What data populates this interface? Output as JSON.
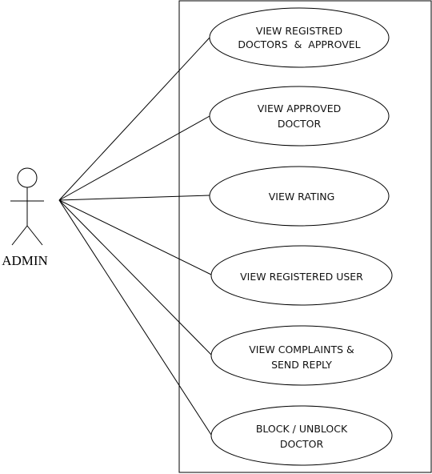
{
  "actor": {
    "label": "ADMIN"
  },
  "use_cases": [
    {
      "lines": [
        "VIEW REGISTRED",
        "DOCTORS  &  APPROVEL"
      ]
    },
    {
      "lines": [
        "VIEW APPROVED",
        "DOCTOR"
      ]
    },
    {
      "lines": [
        "VIEW RATING"
      ]
    },
    {
      "lines": [
        "VIEW REGISTERED USER"
      ]
    },
    {
      "lines": [
        "VIEW COMPLAINTS &",
        "SEND REPLY"
      ]
    },
    {
      "lines": [
        "BLOCK / UNBLOCK",
        "DOCTOR"
      ]
    }
  ]
}
